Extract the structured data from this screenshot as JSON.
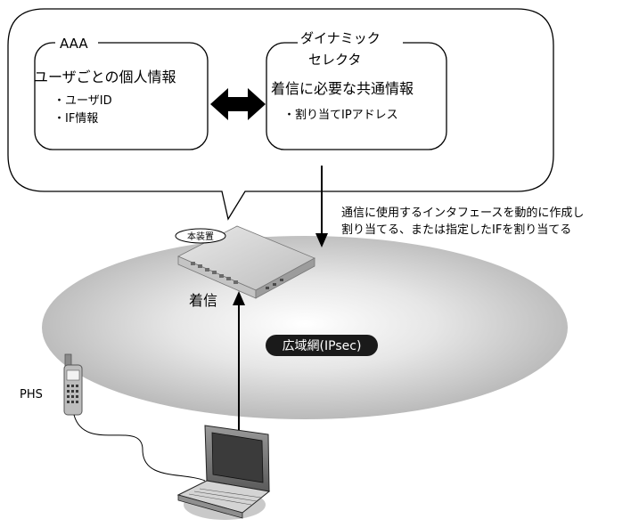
{
  "aaa": {
    "title": "AAA",
    "heading": "ユーザごとの個人情報",
    "items": [
      "・ユーザID",
      "・IF情報"
    ]
  },
  "selector": {
    "title_line1": "ダイナミック",
    "title_line2": "セレクタ",
    "heading": "着信に必要な共通情報",
    "items": [
      "・割り当てIPアドレス"
    ]
  },
  "annotation": {
    "line1": "通信に使用するインタフェースを動的に作成し",
    "line2": "割り当てる、または指定したIFを割り当てる"
  },
  "device": {
    "label": "本装置",
    "caption": "着信"
  },
  "network": {
    "label": "広域網(IPsec)"
  },
  "phs": {
    "label": "PHS"
  },
  "colors": {
    "ellipse_light": "#ffffff",
    "ellipse_dark": "#b9b9b9",
    "network_badge": "#1a1a1a",
    "stroke": "#000000"
  }
}
